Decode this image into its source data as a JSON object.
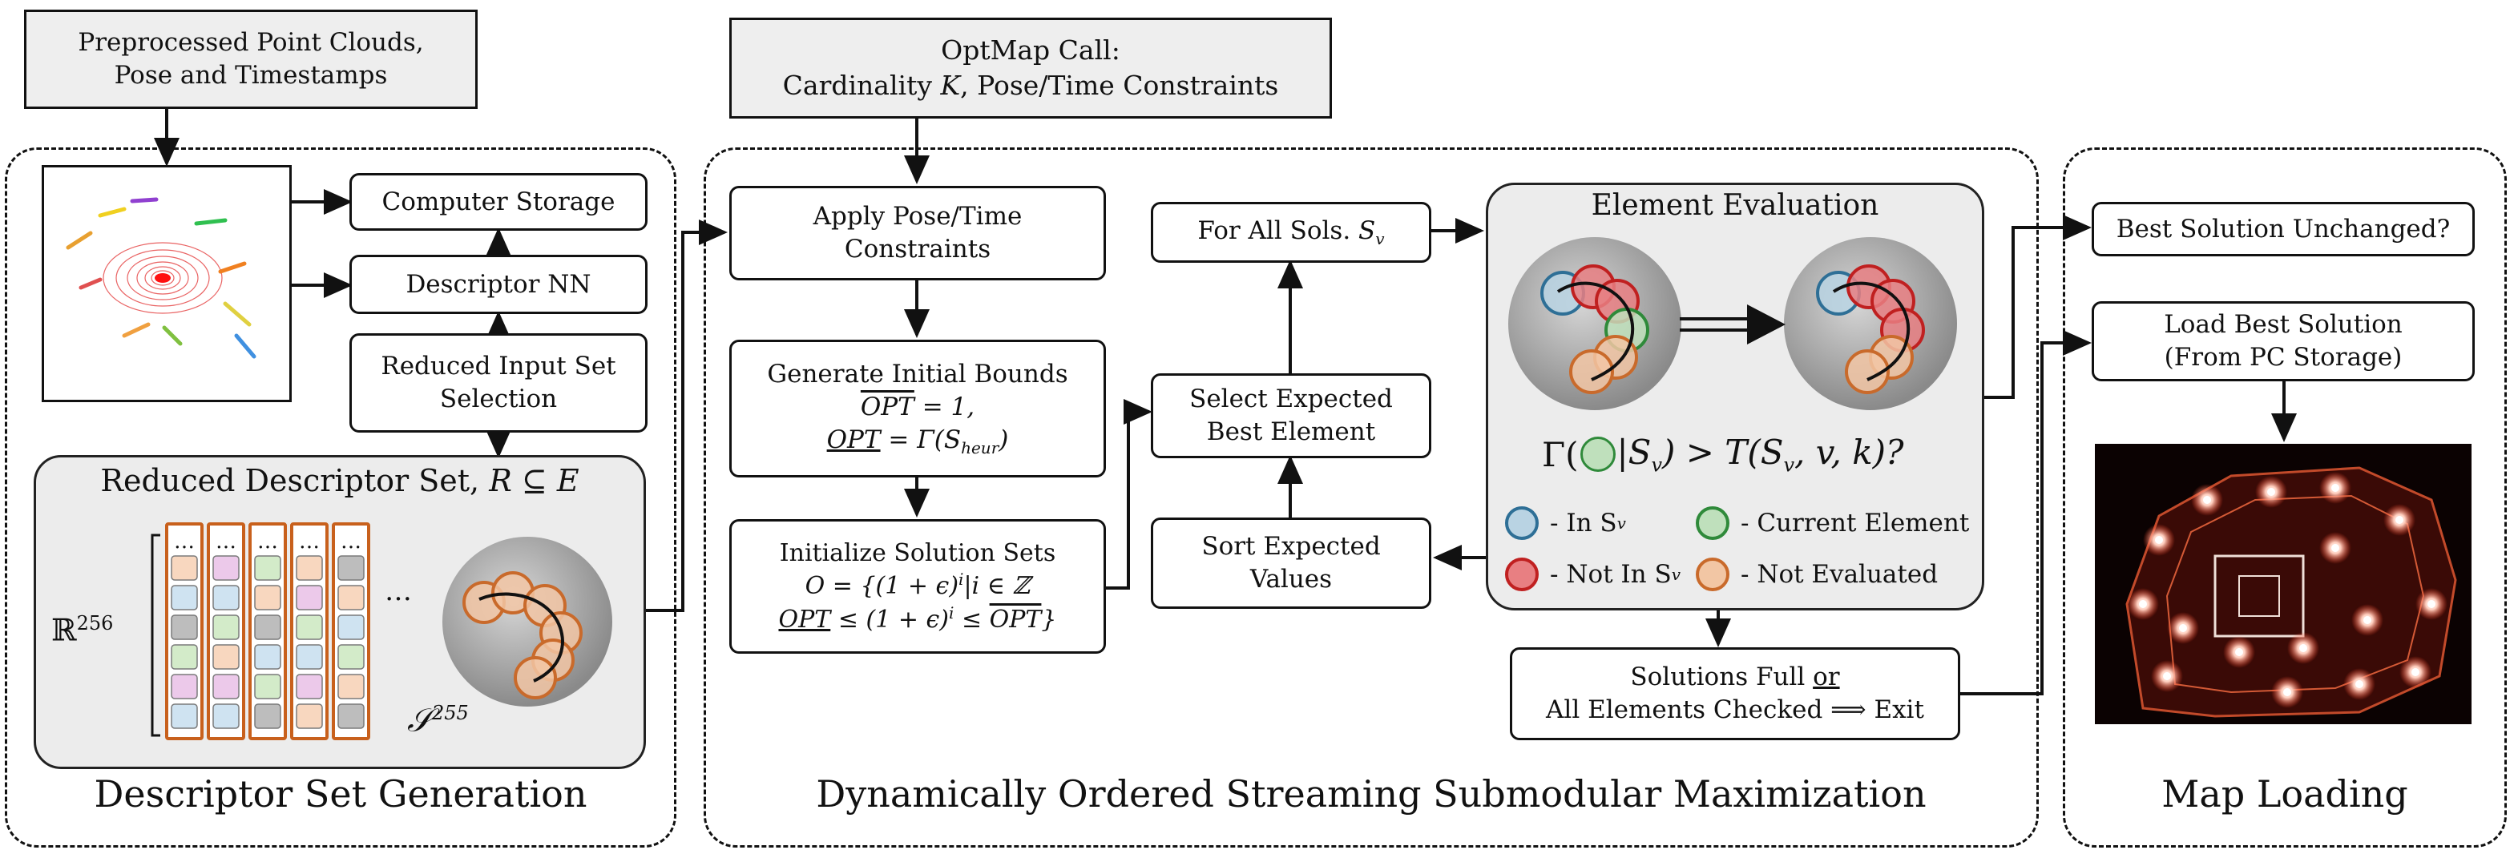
{
  "input_box": {
    "line1": "Preprocessed Point Clouds,",
    "line2": "Pose and Timestamps"
  },
  "optmap_box": {
    "line1": "OptMap Call:",
    "line2_pre": "Cardinality ",
    "line2_var": "K",
    "line2_post": ", Pose/Time Constraints"
  },
  "left_section": {
    "title": "Descriptor Set Generation",
    "computer_storage": "Computer Storage",
    "descriptor_nn": "Descriptor NN",
    "reduced_input": {
      "line1": "Reduced Input Set",
      "line2": "Selection"
    },
    "panel_title": "Reduced Descriptor Set, ",
    "panel_title_math": "R ⊆ E",
    "dim_label": "ℝ",
    "dim_exp": "256",
    "dots": "…",
    "sphere_label": "𝒮",
    "sphere_exp": "255"
  },
  "middle_section": {
    "title": "Dynamically Ordered Streaming Submodular Maximization",
    "apply": {
      "line1": "Apply Pose/Time",
      "line2": "Constraints"
    },
    "bounds": {
      "line1": "Generate Initial Bounds",
      "line2": "OPT = 1,",
      "line3": "OPT = Γ(S",
      "line3_sub": "heur",
      "line3_end": ")"
    },
    "init": {
      "line1": "Initialize Solution Sets",
      "line2": "O = {(1 + ϵ)",
      "line2_exp": "i",
      "line2_end": "|i ∈ ℤ",
      "line3_a": "OPT",
      "line3_b": " ≤ (1 + ϵ)",
      "line3_exp": "i",
      "line3_c": " ≤ ",
      "line3_d": "OPT",
      "line3_e": "}"
    },
    "for_all": {
      "text": "For All Sols. ",
      "var": "S",
      "sub": "v"
    },
    "select": {
      "line1": "Select Expected",
      "line2": "Best Element"
    },
    "sort": {
      "line1": "Sort Expected",
      "line2": "Values"
    },
    "element_eval": {
      "title": "Element Evaluation",
      "formula_a": "Γ(",
      "formula_b": "|S",
      "formula_sub": "v",
      "formula_c": ") > T(S",
      "formula_sub2": "v",
      "formula_d": ", v, k)?",
      "legend": [
        {
          "label": "- In S",
          "sub": "v",
          "color": "#2e6f96",
          "fill": "#b9d3e3"
        },
        {
          "label": "- Current Element",
          "sub": "",
          "color": "#2f8a3a",
          "fill": "#bfe0bc"
        },
        {
          "label": "- Not In S",
          "sub": "v",
          "color": "#c02020",
          "fill": "#e87f82"
        },
        {
          "label": "- Not Evaluated",
          "sub": "",
          "color": "#c96a2b",
          "fill": "#f2c6a4"
        }
      ]
    },
    "exit": {
      "line1_a": "Solutions Full ",
      "line1_b": "or",
      "line2": "All Elements Checked ⟹ Exit"
    }
  },
  "right_section": {
    "title": "Map Loading",
    "unchanged": "Best Solution Unchanged?",
    "load": {
      "line1": "Load Best Solution",
      "line2": "(From PC Storage)"
    }
  },
  "colors": {
    "blue": "#2e6f96",
    "red": "#c02020",
    "green": "#2f8a3a",
    "orange": "#c96a2b",
    "panel": "#ececec"
  }
}
